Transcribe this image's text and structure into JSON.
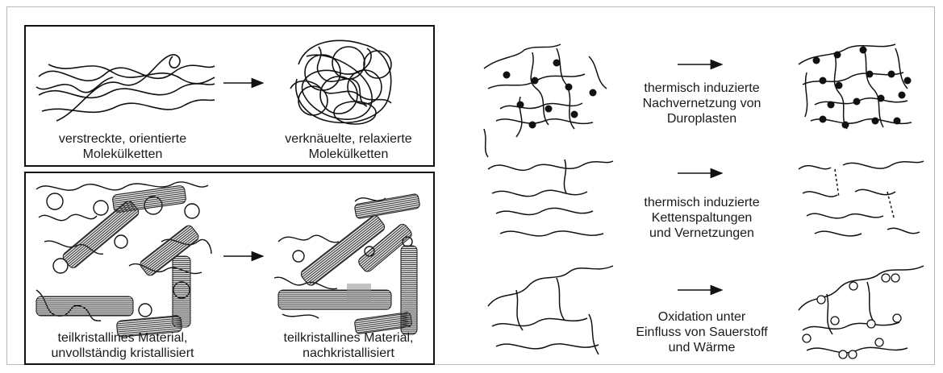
{
  "left": {
    "top_panel": {
      "caption_left": [
        "verstreckte, orientierte",
        "Molekülketten"
      ],
      "caption_right": [
        "verknäuelte, relaxierte",
        "Molekülketten"
      ]
    },
    "bottom_panel": {
      "caption_left": [
        "teilkristallines Material,",
        "unvollständig kristallisiert"
      ],
      "caption_right": [
        "teilkristallines Material,",
        "nachkristallisiert"
      ]
    }
  },
  "right": {
    "rows": [
      {
        "caption": [
          "thermisch induzierte",
          "Nachvernetzung von",
          "Duroplasten"
        ]
      },
      {
        "caption": [
          "thermisch induzierte",
          "Kettenspaltungen",
          "und Vernetzungen"
        ]
      },
      {
        "caption": [
          "Oxidation unter",
          "Einfluss von Sauerstoff",
          "und Wärme"
        ]
      }
    ]
  }
}
